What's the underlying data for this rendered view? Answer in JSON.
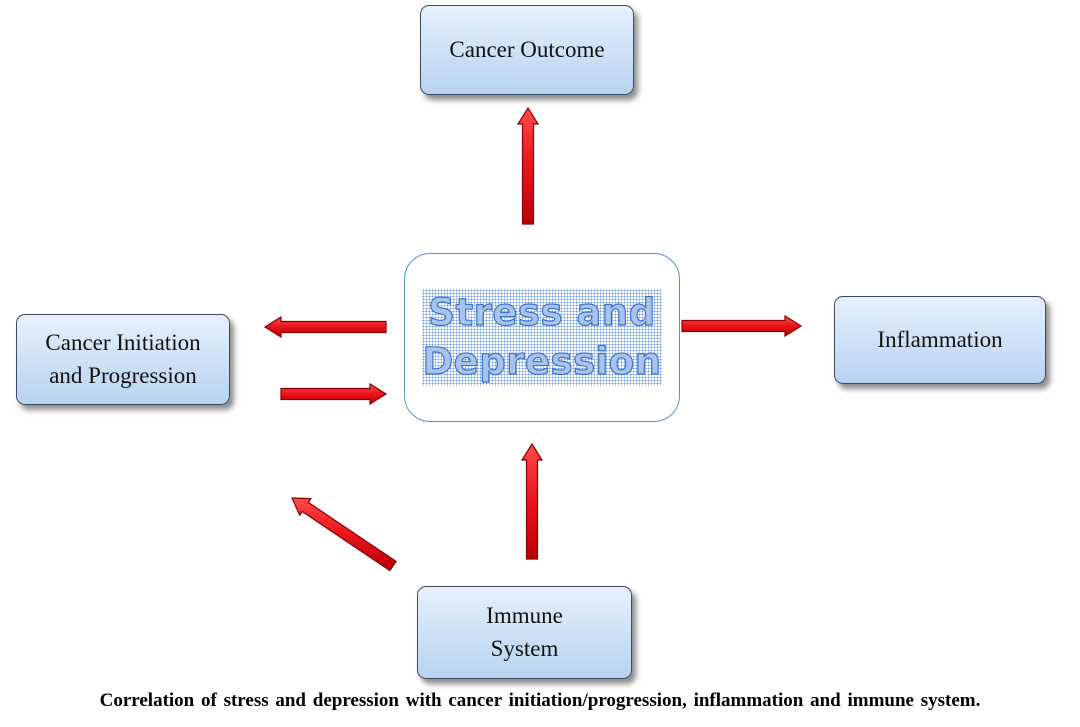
{
  "nodes": {
    "center": {
      "line1": "Stress and",
      "line2": "Depression"
    },
    "cancer_outcome": {
      "label": "Cancer Outcome"
    },
    "cancer_initiation": {
      "line1": "Cancer Initiation",
      "line2": "and Progression"
    },
    "inflammation": {
      "label": "Inflammation"
    },
    "immune_system": {
      "line1": "Immune",
      "line2": "System"
    }
  },
  "edges": [
    {
      "from": "Stress and Depression",
      "to": "Cancer Outcome"
    },
    {
      "from": "Stress and Depression",
      "to": "Cancer Initiation and Progression"
    },
    {
      "from": "Cancer Initiation and Progression",
      "to": "Stress and Depression"
    },
    {
      "from": "Stress and Depression",
      "to": "Inflammation"
    },
    {
      "from": "Immune System",
      "to": "Stress and Depression"
    },
    {
      "from": "Immune System",
      "to": "Cancer Initiation and Progression"
    }
  ],
  "colors": {
    "box_fill": "#cce0f6",
    "box_border": "#3f4a5e",
    "center_border": "#5b8fd0",
    "center_text": "#3e73c8",
    "arrow_fill": "#e8141c"
  },
  "caption": "Correlation of stress and depression with cancer initiation/progression, inflammation and immune system."
}
